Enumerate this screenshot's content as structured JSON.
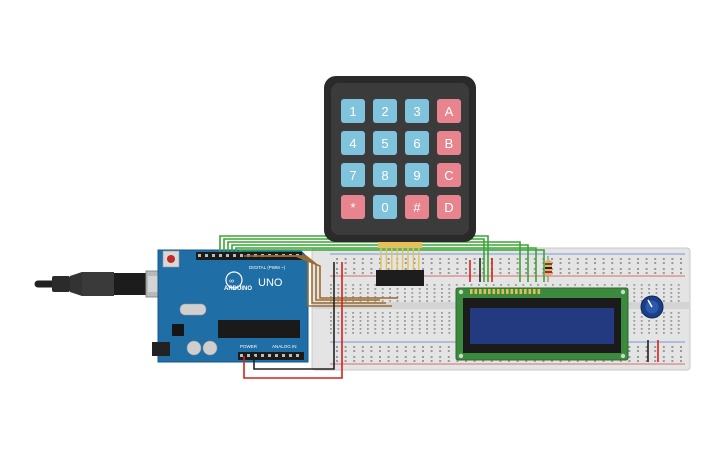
{
  "keypad": {
    "keys": [
      {
        "label": "1",
        "kind": "num"
      },
      {
        "label": "2",
        "kind": "num"
      },
      {
        "label": "3",
        "kind": "num"
      },
      {
        "label": "A",
        "kind": "func"
      },
      {
        "label": "4",
        "kind": "num"
      },
      {
        "label": "5",
        "kind": "num"
      },
      {
        "label": "6",
        "kind": "num"
      },
      {
        "label": "B",
        "kind": "func"
      },
      {
        "label": "7",
        "kind": "num"
      },
      {
        "label": "8",
        "kind": "num"
      },
      {
        "label": "9",
        "kind": "num"
      },
      {
        "label": "C",
        "kind": "func"
      },
      {
        "label": "*",
        "kind": "func"
      },
      {
        "label": "0",
        "kind": "num"
      },
      {
        "label": "#",
        "kind": "func"
      },
      {
        "label": "D",
        "kind": "func"
      }
    ]
  },
  "arduino": {
    "model": "UNO",
    "brand": "ARDUINO",
    "digital_label": "DIGITAL (PWM ~)",
    "power_label": "POWER",
    "analog_label": "ANALOG IN"
  },
  "colors": {
    "num_key": "#7fc4dc",
    "func_key": "#e8848e",
    "keypad_body": "#2a2a2a",
    "board": "#1f6ea5",
    "breadboard": "#e6e6e6",
    "lcd_pcb": "#3c8a3e",
    "lcd_screen": "#233a80",
    "wire_green": "#3aa535",
    "wire_brown": "#9a6b32",
    "wire_red": "#d6201e",
    "wire_black": "#222222"
  }
}
